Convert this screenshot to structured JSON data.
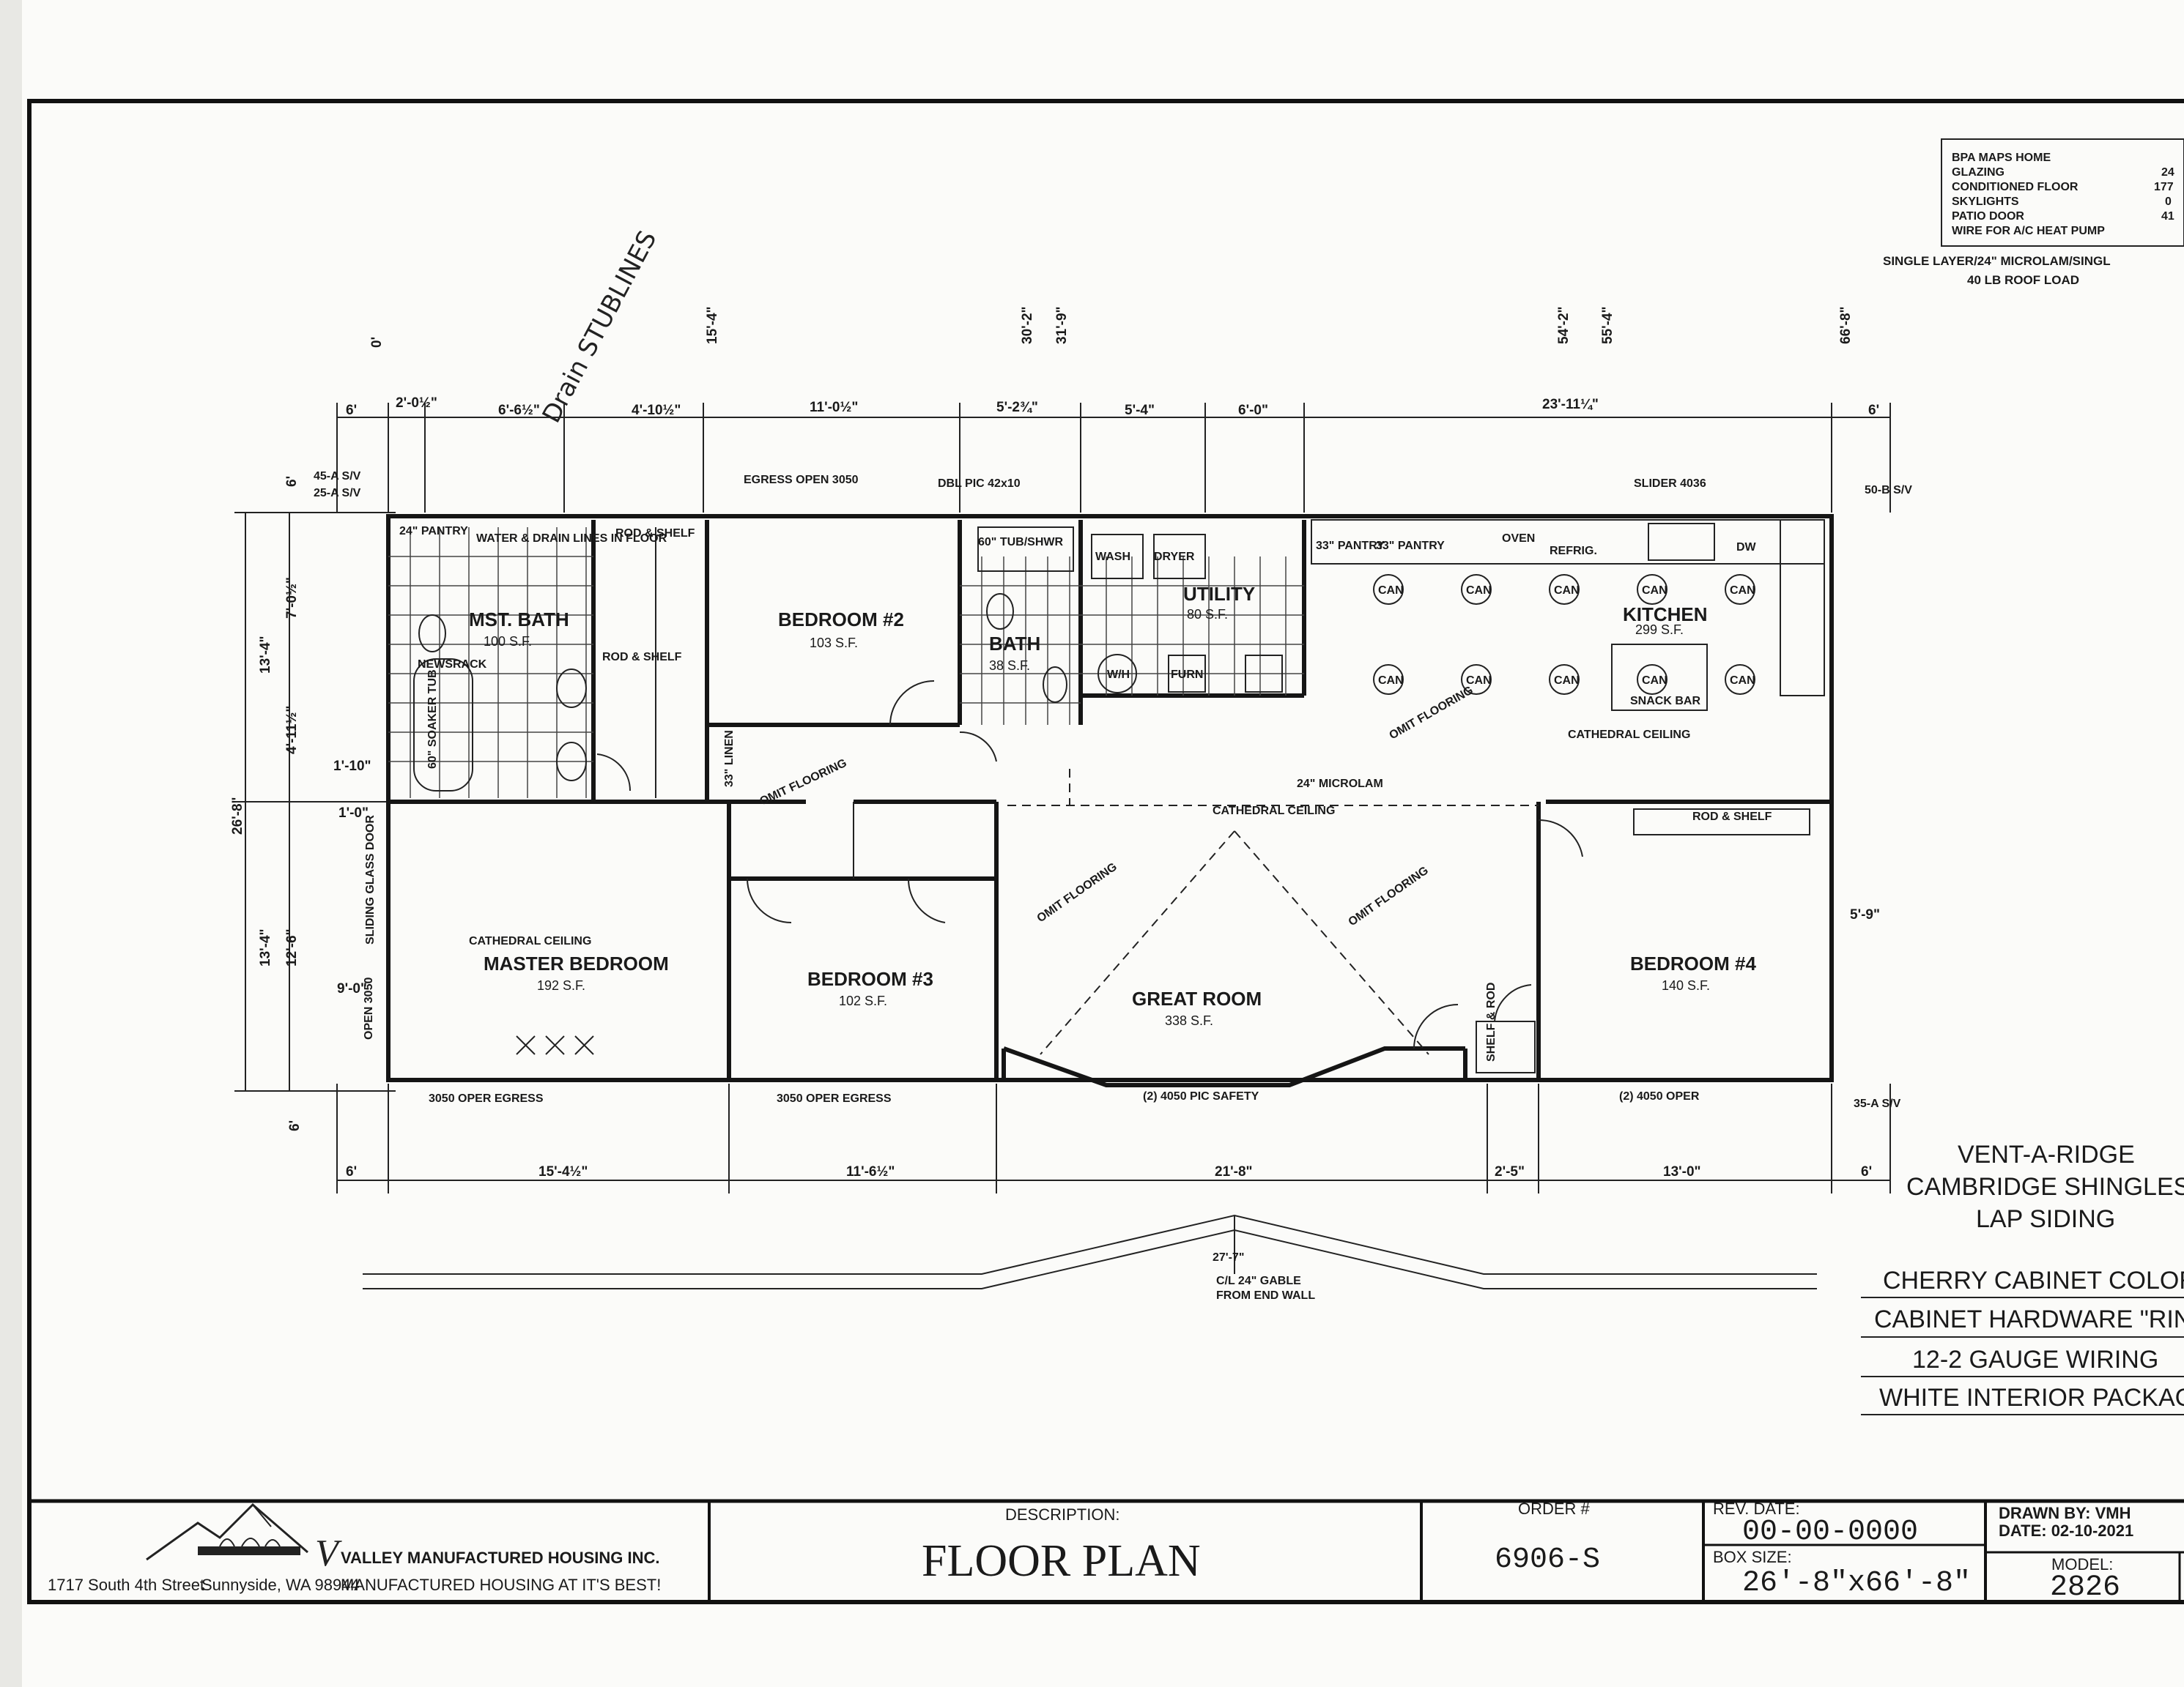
{
  "bpa_box": {
    "rows": [
      "BPA MAPS HOME",
      "GLAZING",
      "CONDITIONED FLOOR",
      "SKYLIGHTS",
      "PATIO DOOR",
      "WIRE FOR A/C HEAT PUMP"
    ],
    "values": [
      "",
      "24",
      "177",
      "0",
      "41",
      ""
    ]
  },
  "roof_note": [
    "SINGLE LAYER/24\" MICROLAM/SINGL",
    "40 LB ROOF LOAD"
  ],
  "handwritten_note": "Drain STUBLINES",
  "rooms": {
    "mst_bath": {
      "name": "MST. BATH",
      "sf": "100 S.F."
    },
    "bedroom2": {
      "name": "BEDROOM #2",
      "sf": "103 S.F."
    },
    "bath": {
      "name": "BATH",
      "sf": "38 S.F."
    },
    "utility": {
      "name": "UTILITY",
      "sf": "80 S.F."
    },
    "kitchen": {
      "name": "KITCHEN",
      "sf": "299 S.F."
    },
    "master_bedroom": {
      "name": "MASTER BEDROOM",
      "sf": "192 S.F."
    },
    "bedroom3": {
      "name": "BEDROOM #3",
      "sf": "102 S.F."
    },
    "great_room": {
      "name": "GREAT ROOM",
      "sf": "338 S.F."
    },
    "bedroom4": {
      "name": "BEDROOM #4",
      "sf": "140 S.F."
    }
  },
  "labels": {
    "pantry24": "24\" PANTRY",
    "water_drain": "WATER & DRAIN LINES IN FLOOR",
    "rod_shelf": "ROD & SHELF",
    "linen": "33\" LINEN",
    "tub_shwr": "60\" TUB/SHWR",
    "wash": "WASH",
    "dryer": "DRYER",
    "wh": "W/H",
    "furn": "FURN",
    "pantry33a": "33\" PANTRY",
    "pantry33b": "33\" PANTRY",
    "oven": "OVEN",
    "refrig": "REFRIG.",
    "dw": "DW",
    "can": "CAN",
    "snack_bar": "SNACK BAR",
    "cathedral": "CATHEDRAL CEILING",
    "omit": "OMIT FLOORING",
    "microlam": "24\" MICROLAM",
    "slider": "SLIDER 4036",
    "soaker": "60\" SOAKER TUB",
    "nwscheck": "NEWSRACK",
    "shelf_rod": "SHELF & ROD",
    "sliding_glass": "SLIDING GLASS DOOR",
    "egress_3050": "EGRESS OPEN 3050",
    "dbl_pic": "DBL PIC 42x10",
    "safety": "(2) 4050 PIC SAFETY",
    "oper_4050": "(2) 4050 OPER",
    "oper_3050": "3050 OPER EGRESS",
    "open_3050": "OPEN 3050",
    "sv_1": "45-A S/V",
    "sv_2": "25-A S/V",
    "sv_3": "50-B S/V",
    "sv_4": "35-A S/V",
    "gable_dim": "27'-7\"",
    "gable_note": [
      "C/L 24\" GABLE",
      "FROM END WALL"
    ]
  },
  "dims_top": [
    "6'",
    "2'-0½\"",
    "6'-6½\"",
    "4'-10½\"",
    "11'-0½\"",
    "5'-2¾\"",
    "5'-4\"",
    "6'-0\"",
    "23'-11¼\"",
    "6'"
  ],
  "dims_bottom": [
    "6'",
    "15'-4½\"",
    "11'-6½\"",
    "21'-8\"",
    "2'-5\"",
    "13'-0\"",
    "6'"
  ],
  "dims_left": [
    "13'-4\"",
    "7'-0½\"",
    "4'-11½\"",
    "1'-10\"",
    "1'-0\"",
    "26'-8\"",
    "13'-4\"",
    "12'-6\"",
    "9'-0\"",
    "6'"
  ],
  "dims_right": [
    "5'-9\""
  ],
  "dims_vertical_top": [
    "0'",
    "15'-4\"",
    "30'-2\"",
    "31'-9\"",
    "54'-2\"",
    "55'-4\"",
    "66'-8\""
  ],
  "specs": [
    "VENT-A-RIDGE",
    "CAMBRIDGE SHINGLES",
    "LAP SIDING"
  ],
  "specs2": [
    "CHERRY CABINET COLOR",
    "CABINET HARDWARE \"RIN",
    "12-2 GAUGE WIRING",
    "WHITE INTERIOR PACKAG"
  ],
  "title_block": {
    "company": "VALLEY MANUFACTURED HOUSING INC.",
    "address": "1717 South 4th Street",
    "city": "Sunnyside, WA 98944",
    "tagline": "MANUFACTURED HOUSING AT IT'S BEST!",
    "description_label": "DESCRIPTION:",
    "description": "FLOOR PLAN",
    "order_label": "ORDER #",
    "order": "6906-S",
    "rev_label": "REV. DATE:",
    "rev": "00-00-0000",
    "box_label": "BOX SIZE:",
    "box": "26'-8\"x66'-8\"",
    "drawn_label": "DRAWN BY: VMH",
    "date_label": "DATE: 02-10-2021",
    "model_label": "MODEL:",
    "model": "2826"
  }
}
